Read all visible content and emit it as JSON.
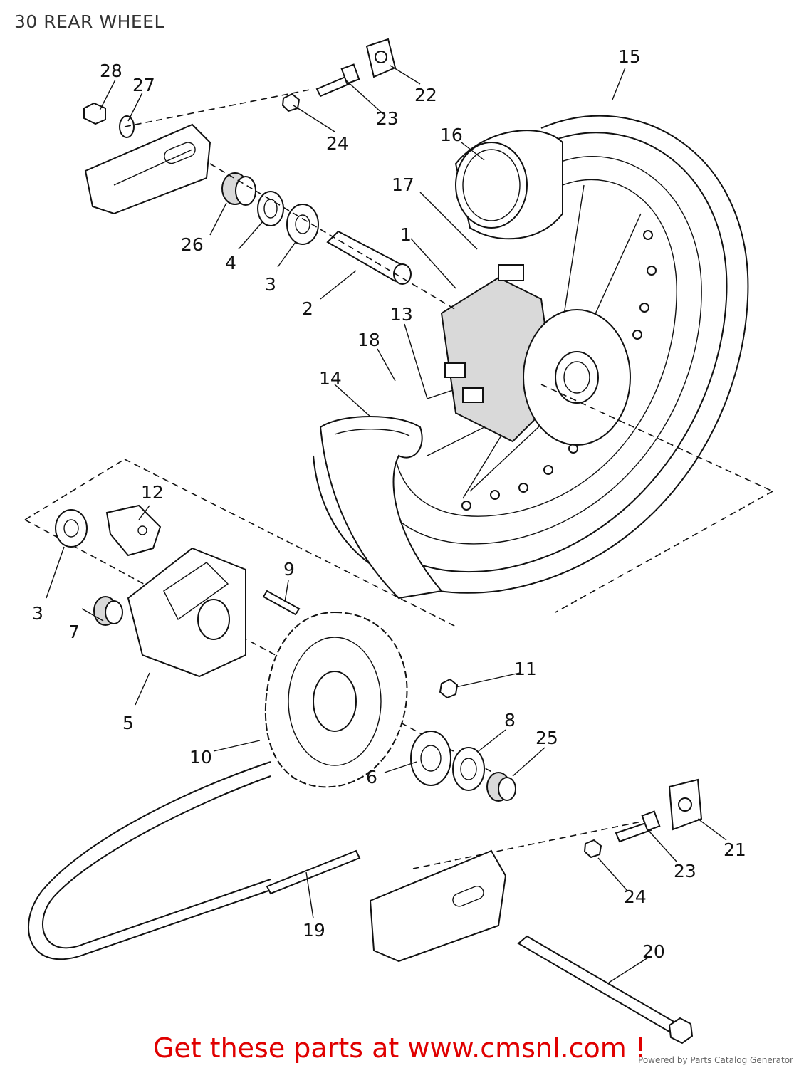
{
  "title": "30 REAR WHEEL",
  "callouts": [
    {
      "id": "c1",
      "label": "1"
    },
    {
      "id": "c2",
      "label": "2"
    },
    {
      "id": "c3a",
      "label": "3"
    },
    {
      "id": "c3b",
      "label": "3"
    },
    {
      "id": "c4",
      "label": "4"
    },
    {
      "id": "c5",
      "label": "5"
    },
    {
      "id": "c6",
      "label": "6"
    },
    {
      "id": "c7",
      "label": "7"
    },
    {
      "id": "c8",
      "label": "8"
    },
    {
      "id": "c9",
      "label": "9"
    },
    {
      "id": "c10",
      "label": "10"
    },
    {
      "id": "c11",
      "label": "11"
    },
    {
      "id": "c12",
      "label": "12"
    },
    {
      "id": "c13",
      "label": "13"
    },
    {
      "id": "c14",
      "label": "14"
    },
    {
      "id": "c15",
      "label": "15"
    },
    {
      "id": "c16",
      "label": "16"
    },
    {
      "id": "c17",
      "label": "17"
    },
    {
      "id": "c18",
      "label": "18"
    },
    {
      "id": "c19",
      "label": "19"
    },
    {
      "id": "c20",
      "label": "20"
    },
    {
      "id": "c21",
      "label": "21"
    },
    {
      "id": "c22",
      "label": "22"
    },
    {
      "id": "c23a",
      "label": "23"
    },
    {
      "id": "c23b",
      "label": "23"
    },
    {
      "id": "c24a",
      "label": "24"
    },
    {
      "id": "c24b",
      "label": "24"
    },
    {
      "id": "c25",
      "label": "25"
    },
    {
      "id": "c26",
      "label": "26"
    },
    {
      "id": "c27",
      "label": "27"
    },
    {
      "id": "c28",
      "label": "28"
    }
  ],
  "footer": {
    "cta": "Get these parts at www.cmsnl.com !",
    "powered_by": "Powered by Parts Catalog Generator"
  },
  "colors": {
    "cta": "#e00000",
    "line": "#111111"
  }
}
